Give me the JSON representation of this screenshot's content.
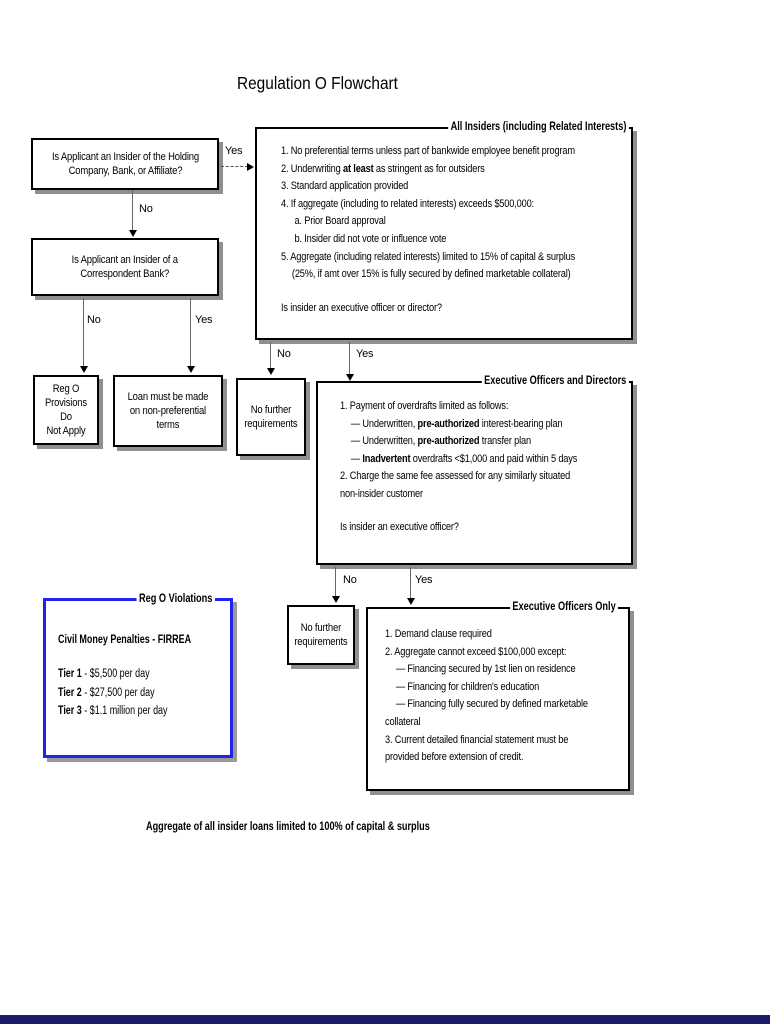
{
  "title": "Regulation O Flowchart",
  "labels": {
    "yes": "Yes",
    "no": "No"
  },
  "boxes": {
    "holding_question": "Is Applicant an Insider of the Holding\nCompany, Bank, or Affiliate?",
    "correspondent_question": "Is Applicant an Insider of a\nCorrespondent Bank?",
    "reg_o_not_apply": "Reg O\nProvisions Do\nNot Apply",
    "non_preferential": "Loan must be made\non non-preferential\nterms",
    "no_further_1": "No further\nrequirements",
    "no_further_2": "No further\nrequirements"
  },
  "all_insiders": {
    "title": "All Insiders (including Related Interests)",
    "lines": [
      [
        {
          "t": "1.  No preferential terms unless part of bankwide employee benefit program"
        }
      ],
      [
        {
          "t": "2.  Underwriting "
        },
        {
          "t": "at least",
          "b": true
        },
        {
          "t": " as stringent as for outsiders"
        }
      ],
      [
        {
          "t": "3.  Standard application provided"
        }
      ],
      [
        {
          "t": "4.  If aggregate (including to related interests) exceeds $500,000:"
        }
      ],
      [
        {
          "t": "a.  Prior Board approval"
        }
      ],
      [
        {
          "t": "b.  Insider did not vote or influence vote"
        }
      ],
      [
        {
          "t": "5.  Aggregate (including related interests) limited to 15% of capital & surplus"
        }
      ],
      [
        {
          "t": "(25%, if amt over 15% is fully secured by defined marketable collateral)"
        }
      ]
    ],
    "question": "Is insider an executive officer or director?"
  },
  "exec_officers_directors": {
    "title": "Executive Officers and Directors",
    "lines": [
      [
        {
          "t": "1.  Payment of overdrafts limited as follows:"
        }
      ],
      [
        {
          "t": "— Underwritten, "
        },
        {
          "t": "pre-authorized",
          "b": true
        },
        {
          "t": " interest-bearing plan"
        }
      ],
      [
        {
          "t": "— Underwritten, "
        },
        {
          "t": "pre-authorized",
          "b": true
        },
        {
          "t": " transfer plan"
        }
      ],
      [
        {
          "t": "— "
        },
        {
          "t": "Inadvertent",
          "b": true
        },
        {
          "t": " overdrafts <$1,000 and paid within 5 days"
        }
      ],
      [
        {
          "t": "2.  Charge the same fee assessed for any similarly situated"
        }
      ],
      [
        {
          "t": "non-insider customer"
        }
      ]
    ],
    "question": "Is insider an executive officer?"
  },
  "exec_officers_only": {
    "title": "Executive Officers Only",
    "lines": [
      [
        {
          "t": "1.  Demand clause required"
        }
      ],
      [
        {
          "t": "2.  Aggregate cannot exceed $100,000 except:"
        }
      ],
      [
        {
          "t": "— Financing secured by 1st lien on residence"
        }
      ],
      [
        {
          "t": "— Financing for children's education"
        }
      ],
      [
        {
          "t": "— Financing fully secured by defined marketable"
        }
      ],
      [
        {
          "t": "collateral"
        }
      ],
      [
        {
          "t": "3.  Current detailed financial statement must be"
        }
      ],
      [
        {
          "t": "provided before extension of credit."
        }
      ]
    ]
  },
  "violations": {
    "title": "Reg O Violations",
    "heading": "Civil Money Penalties - FIRREA",
    "tiers": [
      [
        {
          "t": "Tier 1",
          "b": true
        },
        {
          "t": " - $5,500 per day"
        }
      ],
      [
        {
          "t": "Tier 2",
          "b": true
        },
        {
          "t": " - $27,500 per day"
        }
      ],
      [
        {
          "t": "Tier 3",
          "b": true
        },
        {
          "t": " - $1.1 million per day"
        }
      ]
    ]
  },
  "footnote": "Aggregate of all insider loans limited to 100% of capital & surplus",
  "colors": {
    "violation_border": "#2222ee",
    "bottom_bar": "#1b1b6b"
  }
}
